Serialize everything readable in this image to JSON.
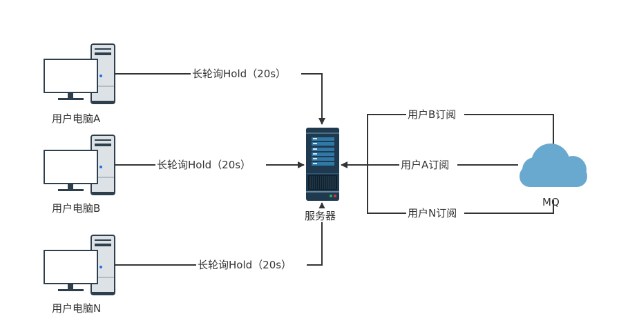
{
  "diagram": {
    "clients": [
      {
        "label": "用户电脑A",
        "edge_label": "长轮询Hold（20s）"
      },
      {
        "label": "用户电脑B",
        "edge_label": "长轮询Hold（20s）"
      },
      {
        "label": "用户电脑N",
        "edge_label": "长轮询Hold（20s）"
      }
    ],
    "server": {
      "label": "服务器"
    },
    "mq": {
      "label": "MQ",
      "color": "#6aa9cf"
    },
    "subscriptions": [
      {
        "label": "用户B订阅"
      },
      {
        "label": "用户A订阅"
      },
      {
        "label": "用户N订阅"
      }
    ],
    "colors": {
      "line": "#333333",
      "server_body": "#1f3a4f",
      "server_slot": "#2f78a8",
      "pc_screen_border": "#2d3e4c",
      "pc_tower": "#dde2e7",
      "pc_led": "#2a6de0"
    }
  }
}
